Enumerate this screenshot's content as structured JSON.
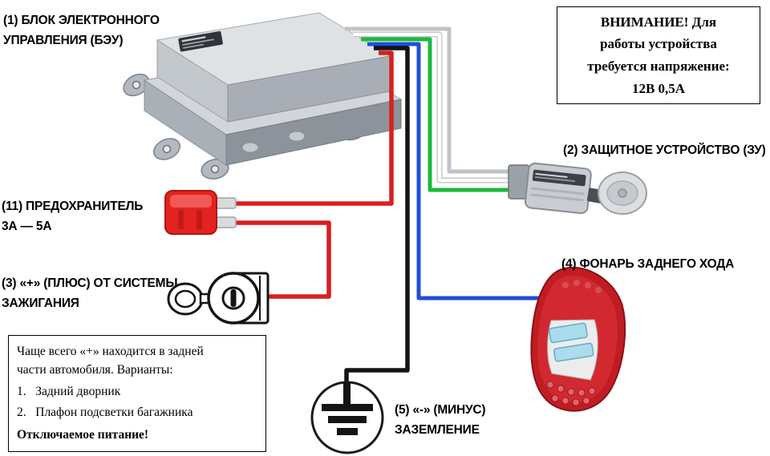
{
  "labels": {
    "unit": {
      "lines": [
        "(1) БЛОК ЭЛЕКТРОННОГО",
        "УПРАВЛЕНИЯ (БЭУ)"
      ]
    },
    "fuse": {
      "lines": [
        "(11) ПРЕДОХРАНИТЕЛЬ",
        "3А — 5А"
      ]
    },
    "ignition": {
      "lines": [
        "(3) «+» (ПЛЮС) ОТ СИСТЕМЫ",
        "ЗАЖИГАНИЯ"
      ]
    },
    "device": {
      "text": "(2) ЗАЩИТНОЕ УСТРОЙСТВО (ЗУ)"
    },
    "lamp": {
      "text": "(4) ФОНАРЬ ЗАДНЕГО ХОДА"
    },
    "ground": {
      "lines": [
        "(5) «-» (МИНУС)",
        "ЗАЗЕМЛЕНИЕ"
      ]
    }
  },
  "warning_box": {
    "lines": [
      "ВНИМАНИЕ! Для",
      "работы устройства",
      "требуется напряжение:",
      "12В  0,5А"
    ]
  },
  "note_box": {
    "intro_lines": [
      "Чаще всего «+» находится в задней",
      "части автомобиля. Варианты:"
    ],
    "items": [
      "1.   Задний дворник",
      "2.   Плафон подсветки багажника"
    ],
    "warning": "Отключаемое питание!"
  },
  "colors": {
    "wire_red": "#d81f1f",
    "wire_black": "#141414",
    "wire_blue": "#1f4fd8",
    "wire_green": "#1db93c",
    "wire_white": "#ffffff",
    "wire_gray": "#bfc3c7",
    "fuse_body": "#e32320",
    "lamp_red": "#c01d23"
  }
}
